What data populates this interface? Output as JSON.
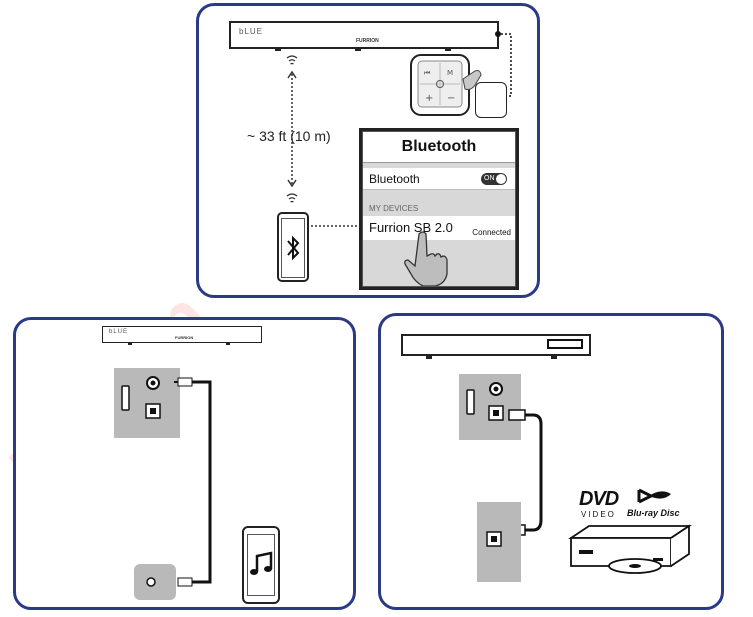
{
  "top_panel": {
    "soundbar_display": "bLUE",
    "soundbar_brand": "FURRION",
    "distance_label": "~ 33 ft (10 m)",
    "bluetooth_screen": {
      "title": "Bluetooth",
      "toggle_row_label": "Bluetooth",
      "toggle_state": "ON",
      "section_header": "MY DEVICES",
      "device_name": "Furrion SB 2.0",
      "device_status": "Connected"
    },
    "remote_buttons": [
      "⏮",
      "M",
      "⏻",
      "+",
      "−"
    ]
  },
  "left_panel": {
    "soundbar_display": "bLUE",
    "soundbar_brand": "FURRION"
  },
  "right_panel": {
    "dvd_logo": "DVD",
    "dvd_sub": "VIDEO",
    "bluray_logo": "Blu-ray Disc"
  },
  "watermark_text": "Furrion - Publish",
  "colors": {
    "panel_border": "#2b3a87",
    "port_gray": "#b9b9b9",
    "watermark": "#dc2828"
  },
  "icons": [
    "wifi-signal-icon",
    "bluetooth-icon",
    "music-note-icon",
    "hand-pointer-icon",
    "optical-port-icon",
    "aux-port-icon",
    "hdmi-port-icon",
    "power-icon"
  ]
}
